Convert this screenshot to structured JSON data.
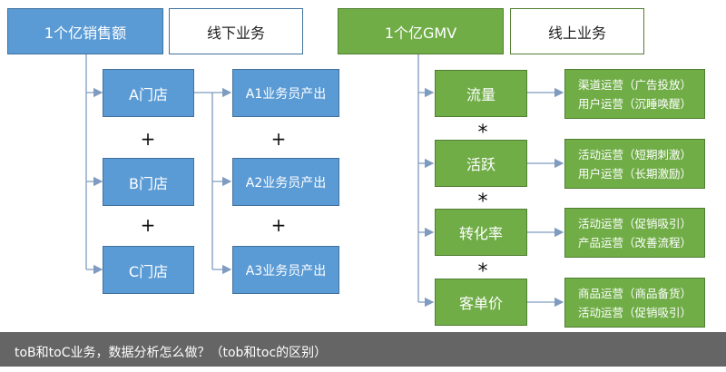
{
  "offline": {
    "header": "1个亿销售额",
    "label": "线下业务",
    "stores": [
      "A门店",
      "B门店",
      "C门店"
    ],
    "staff": [
      "A1业务员产出",
      "A2业务员产出",
      "A3业务员产出"
    ],
    "operator": "+"
  },
  "online": {
    "header": "1个亿GMV",
    "label": "线上业务",
    "metrics": [
      "流量",
      "活跃",
      "转化率",
      "客单价"
    ],
    "operator": "*",
    "details": [
      [
        "渠道运营（广告投放）",
        "用户运营（沉睡唤醒）"
      ],
      [
        "活动运营（短期刺激）",
        "用户运营（长期激励）"
      ],
      [
        "活动运营（促销吸引）",
        "产品运营（改善流程）"
      ],
      [
        "商品运营（商品备货）",
        "活动运营（促销吸引）"
      ]
    ]
  },
  "footer": {
    "caption": "toB和toC业务，数据分析怎么做？（tob和toc的区别）"
  },
  "colors": {
    "blue": "#5b9bd5",
    "green": "#70ad47",
    "line": "#7f9cc0"
  }
}
